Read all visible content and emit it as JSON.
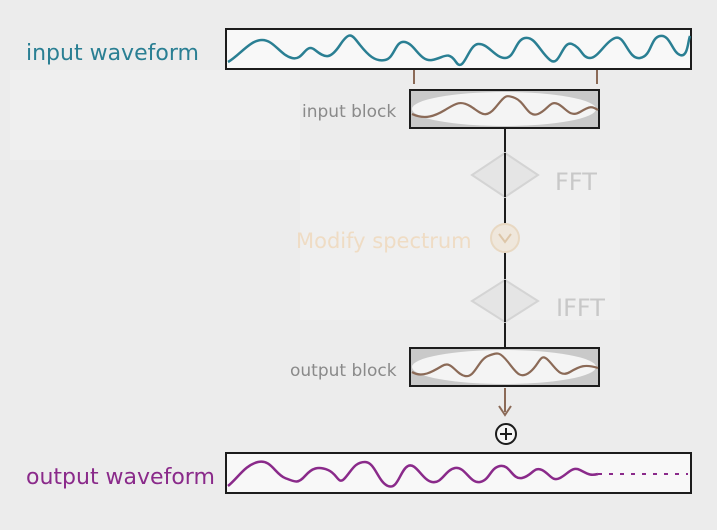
{
  "labels": {
    "input_waveform": "input waveform",
    "input_block": "input block",
    "fft": "FFT",
    "modify_spectrum": "Modify spectrum",
    "ifft": "IFFT",
    "output_block": "output block",
    "output_waveform": "output waveform",
    "sum_symbol": "⊕"
  },
  "colors": {
    "background": "#ececec",
    "input_wave": "#2a7f93",
    "output_wave": "#8a2a8a",
    "block_wave": "#8b6a57",
    "frame": "#1c1c1c",
    "faded_text": "#c8c8c8",
    "faded_orange": "#efdcc4",
    "label_gray": "#8a8a8a"
  }
}
